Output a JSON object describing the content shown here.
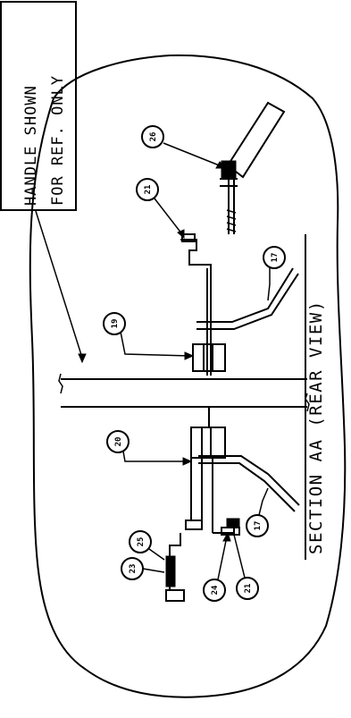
{
  "note": {
    "line1": "HANDLE SHOWN",
    "line2": "FOR REF. ONLY"
  },
  "section_title": "SECTION AA (REAR VIEW)",
  "callouts": [
    {
      "id": "callout-26-top",
      "text": "26"
    },
    {
      "id": "callout-21-top",
      "text": "21"
    },
    {
      "id": "callout-17-top",
      "text": "17"
    },
    {
      "id": "callout-19",
      "text": "19"
    },
    {
      "id": "callout-20",
      "text": "20"
    },
    {
      "id": "callout-17-bottom",
      "text": "17"
    },
    {
      "id": "callout-25",
      "text": "25"
    },
    {
      "id": "callout-23",
      "text": "23"
    },
    {
      "id": "callout-24",
      "text": "24"
    },
    {
      "id": "callout-21-bottom",
      "text": "21"
    }
  ],
  "colors": {
    "ink": "#000000",
    "paper": "#ffffff"
  }
}
